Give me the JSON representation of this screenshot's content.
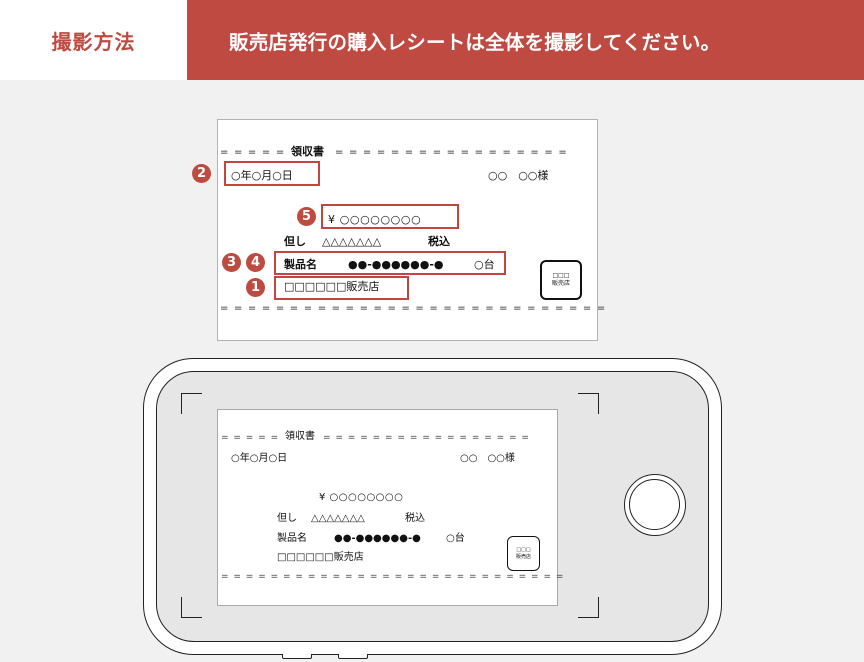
{
  "header": {
    "label": "撮影方法",
    "message": "販売店発行の購入レシートは全体を撮影してください。",
    "accent_color": "#be4a41"
  },
  "receipt": {
    "top_rule_left": "= = = = =",
    "title": "領収書",
    "top_rule_right": "= = = = = = = = = = = = = = = = =",
    "date": "○年○月○日",
    "customer": "○○　○○様",
    "amount": "¥ ○○○○○○○○",
    "note_label": "但し",
    "note_value": "△△△△△△△",
    "tax": "税込",
    "product_label": "製品名",
    "product_code": "●●-●●●●●●-●",
    "quantity": "○台",
    "store": "□□□□□□販売店",
    "stamp_line1": "□□□",
    "stamp_line2": "販売店",
    "bottom_rule": "= = = = = = = = = = = = = = = = = = = = = = = = = = = ="
  },
  "markers": [
    {
      "num": "1",
      "target": "store"
    },
    {
      "num": "2",
      "target": "date"
    },
    {
      "num": "3",
      "target": "product"
    },
    {
      "num": "4",
      "target": "product"
    },
    {
      "num": "5",
      "target": "amount"
    }
  ],
  "phone": {
    "screen": {
      "top_rule_left": "= = = = =",
      "title": "領収書",
      "top_rule_right": "= = = = = = = = = = = = = = = = =",
      "date": "○年○月○日",
      "customer": "○○　○○様",
      "amount": "¥ ○○○○○○○○",
      "note_label": "但し",
      "note_value": "△△△△△△△",
      "tax": "税込",
      "product_label": "製品名",
      "product_code": "●●-●●●●●●-●",
      "quantity": "○台",
      "store": "□□□□□□販売店",
      "stamp_line1": "□□□",
      "stamp_line2": "販売店",
      "bottom_rule": "= = = = = = = = = = = = = = = = = = = = = = = = = = = ="
    }
  }
}
